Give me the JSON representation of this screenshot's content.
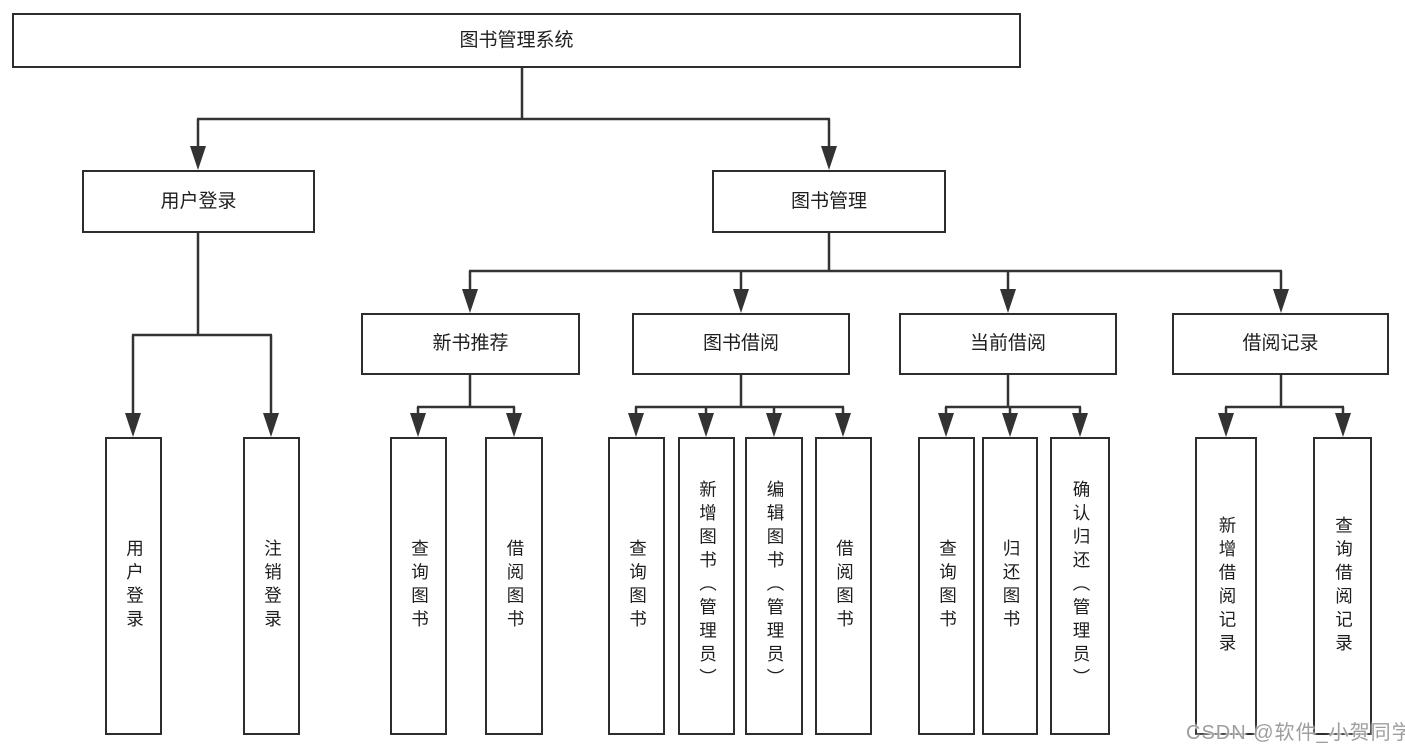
{
  "nodes": {
    "root": "图书管理系统",
    "level2": [
      "用户登录",
      "图书管理"
    ],
    "level3": [
      "新书推荐",
      "图书借阅",
      "当前借阅",
      "借阅记录"
    ],
    "leaves": {
      "login": [
        "用户登录",
        "注销登录"
      ],
      "recommend": [
        "查询图书",
        "借阅图书"
      ],
      "borrow": [
        "查询图书",
        "新增图书（管理员）",
        "编辑图书（管理员）",
        "借阅图书"
      ],
      "current": [
        "查询图书",
        "归还图书",
        "确认归还（管理员）"
      ],
      "records": [
        "新增借阅记录",
        "查询借阅记录"
      ]
    }
  },
  "watermark": "CSDN @软件_小贺同学",
  "colors": {
    "line": "#333333",
    "border": "#2d2d2d",
    "text": "#1e1e1e",
    "background": "#ffffff",
    "watermark": "#9e9e9e"
  }
}
